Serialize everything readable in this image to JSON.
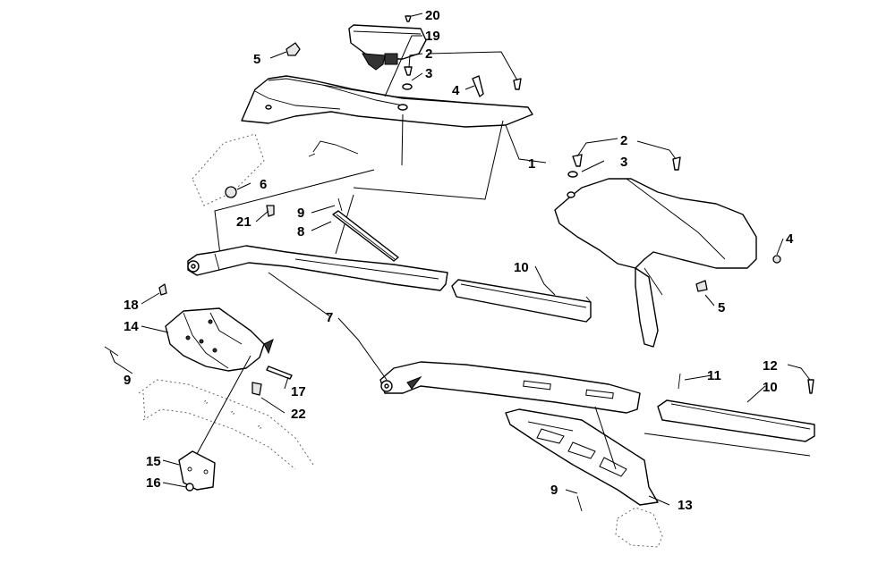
{
  "diagram": {
    "callouts": [
      {
        "id": "c20",
        "label": "20"
      },
      {
        "id": "c19",
        "label": "19"
      },
      {
        "id": "c5a",
        "label": "5"
      },
      {
        "id": "c2a",
        "label": "2"
      },
      {
        "id": "c3a",
        "label": "3"
      },
      {
        "id": "c4a",
        "label": "4"
      },
      {
        "id": "c1",
        "label": "1"
      },
      {
        "id": "c2b",
        "label": "2"
      },
      {
        "id": "c3b",
        "label": "3"
      },
      {
        "id": "c6",
        "label": "6"
      },
      {
        "id": "c9a",
        "label": "9"
      },
      {
        "id": "c21",
        "label": "21"
      },
      {
        "id": "c8",
        "label": "8"
      },
      {
        "id": "c10a",
        "label": "10"
      },
      {
        "id": "c4b",
        "label": "4"
      },
      {
        "id": "c5b",
        "label": "5"
      },
      {
        "id": "c18",
        "label": "18"
      },
      {
        "id": "c14",
        "label": "14"
      },
      {
        "id": "c7",
        "label": "7"
      },
      {
        "id": "c9b",
        "label": "9"
      },
      {
        "id": "c17",
        "label": "17"
      },
      {
        "id": "c22",
        "label": "22"
      },
      {
        "id": "c11",
        "label": "11"
      },
      {
        "id": "c12",
        "label": "12"
      },
      {
        "id": "c10b",
        "label": "10"
      },
      {
        "id": "c15",
        "label": "15"
      },
      {
        "id": "c16",
        "label": "16"
      },
      {
        "id": "c9c",
        "label": "9"
      },
      {
        "id": "c13",
        "label": "13"
      }
    ]
  }
}
